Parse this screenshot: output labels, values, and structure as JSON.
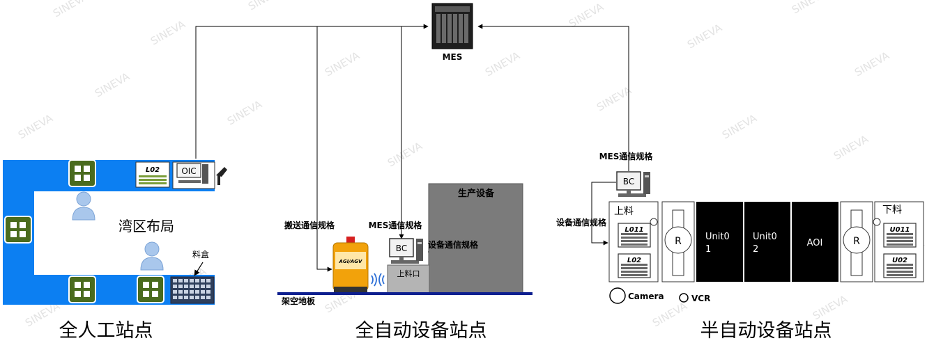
{
  "watermark": "SINEVA",
  "mes": {
    "label": "MES"
  },
  "manual_station": {
    "layout_label": "湾区布局",
    "material_box_label": "料盒",
    "terminal_label": "L02",
    "oic_label": "OIC",
    "caption": "全人工站点"
  },
  "auto_station": {
    "transport_spec_label": "搬送通信规格",
    "mes_spec_label": "MES通信规格",
    "equipment_spec_label": "设备通信规格",
    "bc_label": "BC",
    "production_equipment_label": "生产设备",
    "loading_port_label": "上料口",
    "agv_label": "AGI/AGV",
    "floor_label": "架空地板",
    "caption": "全自动设备站点"
  },
  "semi_station": {
    "mes_spec_label": "MES通信规格",
    "equipment_spec_label": "设备通信规格",
    "bc_label": "BC",
    "loading_label": "上料",
    "unloading_label": "下料",
    "robot_label": "R",
    "unit01_line1": "Unit0",
    "unit01_line2": "1",
    "unit02_line1": "Unit0",
    "unit02_line2": "2",
    "aoi_label": "AOI",
    "port_l011": "L011",
    "port_l02": "L02",
    "port_u011": "U011",
    "port_u02": "U02",
    "camera_label": "Camera",
    "vcr_label": "VCR",
    "caption": "半自动设备站点"
  }
}
